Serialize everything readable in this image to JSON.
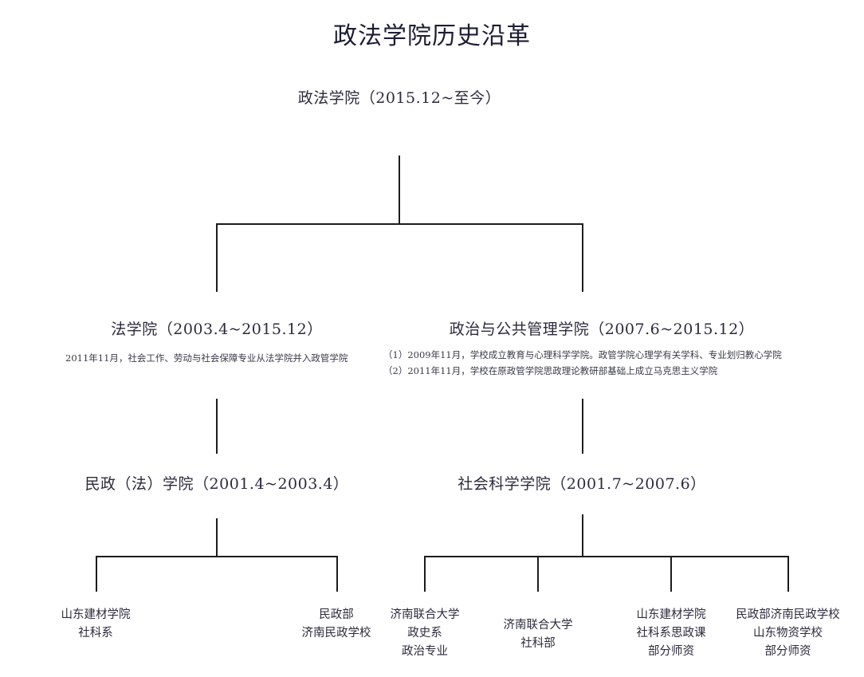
{
  "title": "政法学院历史沿革",
  "tree": {
    "root": {
      "label": "政法学院（2015.12~至今）"
    },
    "level1": [
      {
        "label": "法学院（2003.4~2015.12）",
        "notes": [
          "2011年11月，社会工作、劳动与社会保障专业从法学院并入政管学院"
        ]
      },
      {
        "label": "政治与公共管理学院（2007.6~2015.12）",
        "notes": [
          "（1）2009年11月，学校成立教育与心理科学学院。政管学院心理学有关学科、专业划归教心学院",
          "（2）2011年11月，学校在原政管学院思政理论教研部基础上成立马克思主义学院"
        ]
      }
    ],
    "level2": [
      {
        "label": "民政（法）学院（2001.4~2003.4）"
      },
      {
        "label": "社会科学学院（2001.7~2007.6）"
      }
    ],
    "leaves": [
      {
        "lines": [
          "山东建材学院",
          "社科系"
        ]
      },
      {
        "lines": [
          "民政部",
          "济南民政学校"
        ]
      },
      {
        "lines": [
          "济南联合大学",
          "政史系",
          "政治专业"
        ]
      },
      {
        "lines": [
          "济南联合大学",
          "社科部"
        ]
      },
      {
        "lines": [
          "山东建材学院",
          "社科系思政课",
          "部分师资"
        ]
      },
      {
        "lines": [
          "民政部济南民政学校",
          "山东物资学校",
          "部分师资"
        ]
      }
    ]
  },
  "colors": {
    "text": "#2b2b3d",
    "line": "#1c1c1c",
    "background": "#ffffff"
  }
}
